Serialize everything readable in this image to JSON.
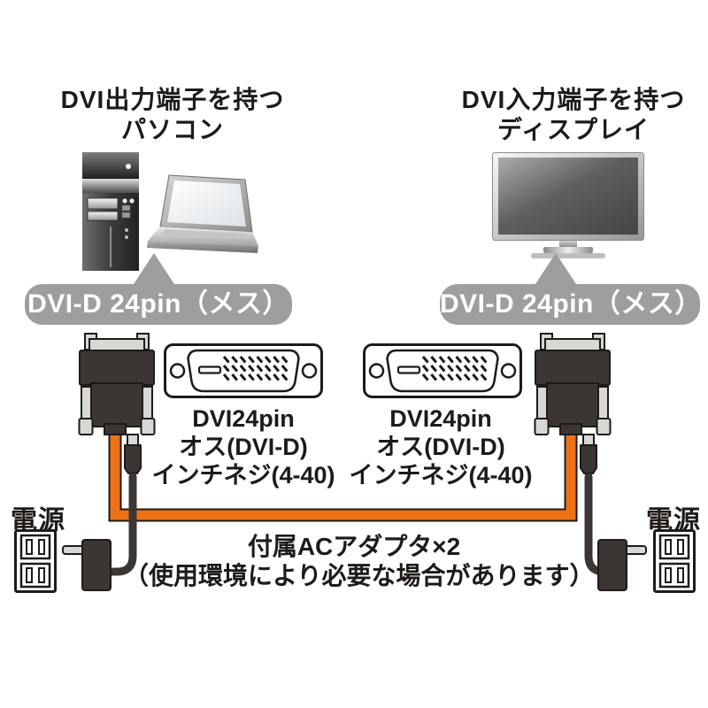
{
  "diagram": {
    "source_device": {
      "title_line1": "DVI出力端子を持つ",
      "title_line2": "パソコン"
    },
    "display_device": {
      "title_line1": "DVI入力端子を持つ",
      "title_line2": "ディスプレイ"
    },
    "connector_labels": {
      "left": "DVI-D 24pin（メス）",
      "right": "DVI-D 24pin（メス）"
    },
    "plug_specs": {
      "left": {
        "line1": "DVI24pin",
        "line2": "オス(DVI-D)",
        "line3": "インチネジ(4-40)"
      },
      "right": {
        "line1": "DVI24pin",
        "line2": "オス(DVI-D)",
        "line3": "インチネジ(4-40)"
      }
    },
    "power_labels": {
      "left": "電源",
      "right": "電源"
    },
    "ac_adapter_note": {
      "line1": "付属ACアダプタ×2",
      "line2": "（使用環境により必要な場合があります）"
    },
    "colors": {
      "cable_orange": "#ED7217",
      "label_gray": "#9E9E9E",
      "connector_dark": "#3B3633",
      "outline_dark": "#1E1A17",
      "metal_light": "#D9D7D4"
    }
  }
}
